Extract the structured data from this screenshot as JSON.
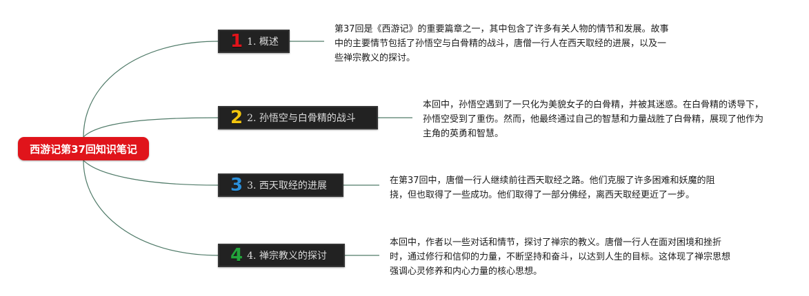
{
  "root": {
    "label": "西游记第37回知识笔记",
    "color": "#e0141b"
  },
  "connector_color": "#4f7a68",
  "branches": [
    {
      "number": "1",
      "number_color": "#e0141b",
      "label": "1. 概述",
      "description": "第37回是《西游记》的重要篇章之一，其中包含了许多有关人物的情节和发展。故事中的主要情节包括了孙悟空与白骨精的战斗，唐僧一行人在西天取经的进展，以及一些禅宗教义的探讨。"
    },
    {
      "number": "2",
      "number_color": "#f1c40f",
      "label": "2. 孙悟空与白骨精的战斗",
      "description": "本回中，孙悟空遇到了一只化为美貌女子的白骨精，并被其迷惑。在白骨精的诱导下，孙悟空受到了重伤。然而，他最终通过自己的智慧和力量战胜了白骨精，展现了他作为主角的英勇和智慧。"
    },
    {
      "number": "3",
      "number_color": "#2b8fd9",
      "label": "3. 西天取经的进展",
      "description": "在第37回中，唐僧一行人继续前往西天取经之路。他们克服了许多困难和妖魔的阻挠，但也取得了一些成功。他们取得了一部分佛经，离西天取经更近了一步。"
    },
    {
      "number": "4",
      "number_color": "#23a43b",
      "label": "4. 禅宗教义的探讨",
      "description": "本回中，作者以一些对话和情节，探讨了禅宗的教义。唐僧一行人在面对困境和挫折时，通过修行和信仰的力量，不断坚持和奋斗，以达到人生的目标。这体现了禅宗思想强调心灵修养和内心力量的核心思想。"
    }
  ]
}
